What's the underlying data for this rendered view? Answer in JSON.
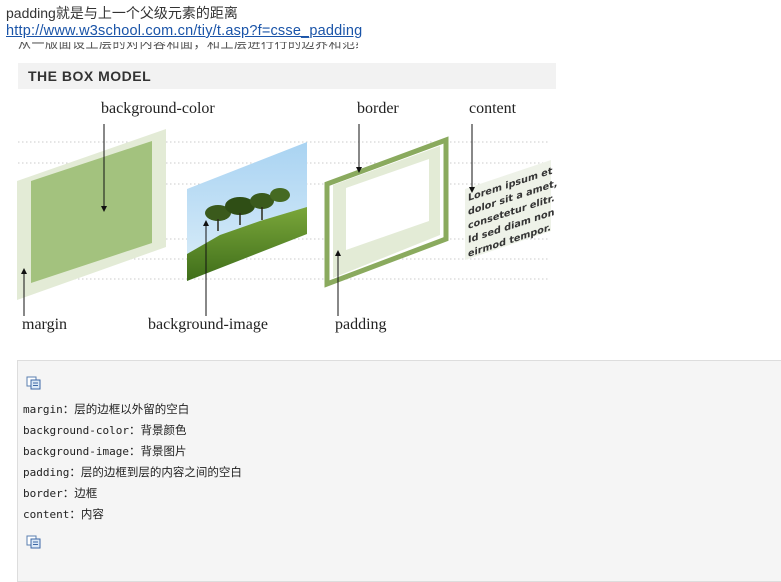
{
  "intro": {
    "text": "padding就是与上一个父级元素的距离",
    "link": "http://www.w3school.com.cn/tiy/t.asp?f=csse_padding",
    "cut_text": "从一版面设上层的对内容和面，和上层进行行的边界和范绕"
  },
  "figure": {
    "header": "THE BOX MODEL",
    "labels": {
      "background_color": "background-color",
      "border": "border",
      "content": "content",
      "margin": "margin",
      "background_image": "background-image",
      "padding": "padding"
    },
    "content_text": [
      "Lorem ipsum et",
      "dolor sit a amet,",
      "consetetur elitr.",
      "Id sed diam non",
      "eirmod tempor."
    ],
    "colors": {
      "margin_light": "#e3ebd6",
      "box_green": "#a3c27e",
      "border_green": "#8aaa5e",
      "sky": "#8fc0e8",
      "grass": "#5a8a2a"
    }
  },
  "code": {
    "items": [
      {
        "key": "margin",
        "sep": "：",
        "desc": "层的边框以外留的空白"
      },
      {
        "key": "background-color",
        "sep": "：",
        "desc": "背景颜色"
      },
      {
        "key": "background-image",
        "sep": "：",
        "desc": "背景图片"
      },
      {
        "key": "padding",
        "sep": "：",
        "desc": "层的边框到层的内容之间的空白"
      },
      {
        "key": "border",
        "sep": "：",
        "desc": "边框"
      },
      {
        "key": "content",
        "sep": "：",
        "desc": "内容"
      }
    ]
  }
}
